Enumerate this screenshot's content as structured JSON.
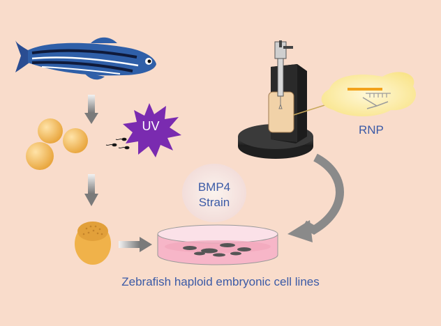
{
  "labels": {
    "uv": "UV",
    "rnp": "RNP",
    "bmp4_strain_line1": "BMP4",
    "bmp4_strain_line2": "Strain",
    "caption": "Zebrafish haploid embryonic cell lines"
  },
  "colors": {
    "background": "#f9dccb",
    "label_text": "#3b5aa6",
    "uv_burst": "#7a2bb0",
    "egg": "#f0b24a",
    "fish_body": "#2f5fa8",
    "fish_stripe": "#101a3a",
    "arrow": "#8a8a8a",
    "rnp_blob": "#fbeca0",
    "dish_liquid": "#f7b6c8"
  },
  "icons": [
    "zebrafish",
    "eggs",
    "uv-burst",
    "sperm",
    "embryo",
    "petri-dish",
    "microinjector",
    "rnp-complex"
  ]
}
